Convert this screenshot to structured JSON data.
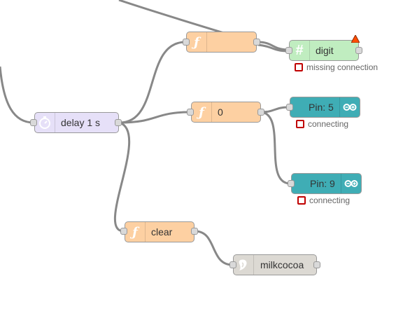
{
  "colors": {
    "function_node": "#fdd0a2",
    "delay_node": "#e6e0f8",
    "text_node": "#c0edc0",
    "arduino_node": "#3fadb5",
    "milkcocoa_node": "#dcd9d3",
    "wire": "#888888",
    "status_error": "#c00000"
  },
  "nodes": {
    "delay": {
      "label": "delay 1 s",
      "icon": "timer-icon"
    },
    "func_top": {
      "label": "",
      "icon": "function-icon"
    },
    "func_zero": {
      "label": "0",
      "icon": "function-icon"
    },
    "func_clear": {
      "label": "clear",
      "icon": "function-icon"
    },
    "digit": {
      "label": "digit",
      "icon": "hash-icon",
      "status": "missing connection",
      "has_warning": true
    },
    "pin5": {
      "label": "Pin: 5",
      "icon": "arduino-icon",
      "status": "connecting"
    },
    "pin9": {
      "label": "Pin: 9",
      "icon": "arduino-icon",
      "status": "connecting"
    },
    "milkcocoa": {
      "label": "milkcocoa",
      "icon": "milkcocoa-icon"
    }
  }
}
